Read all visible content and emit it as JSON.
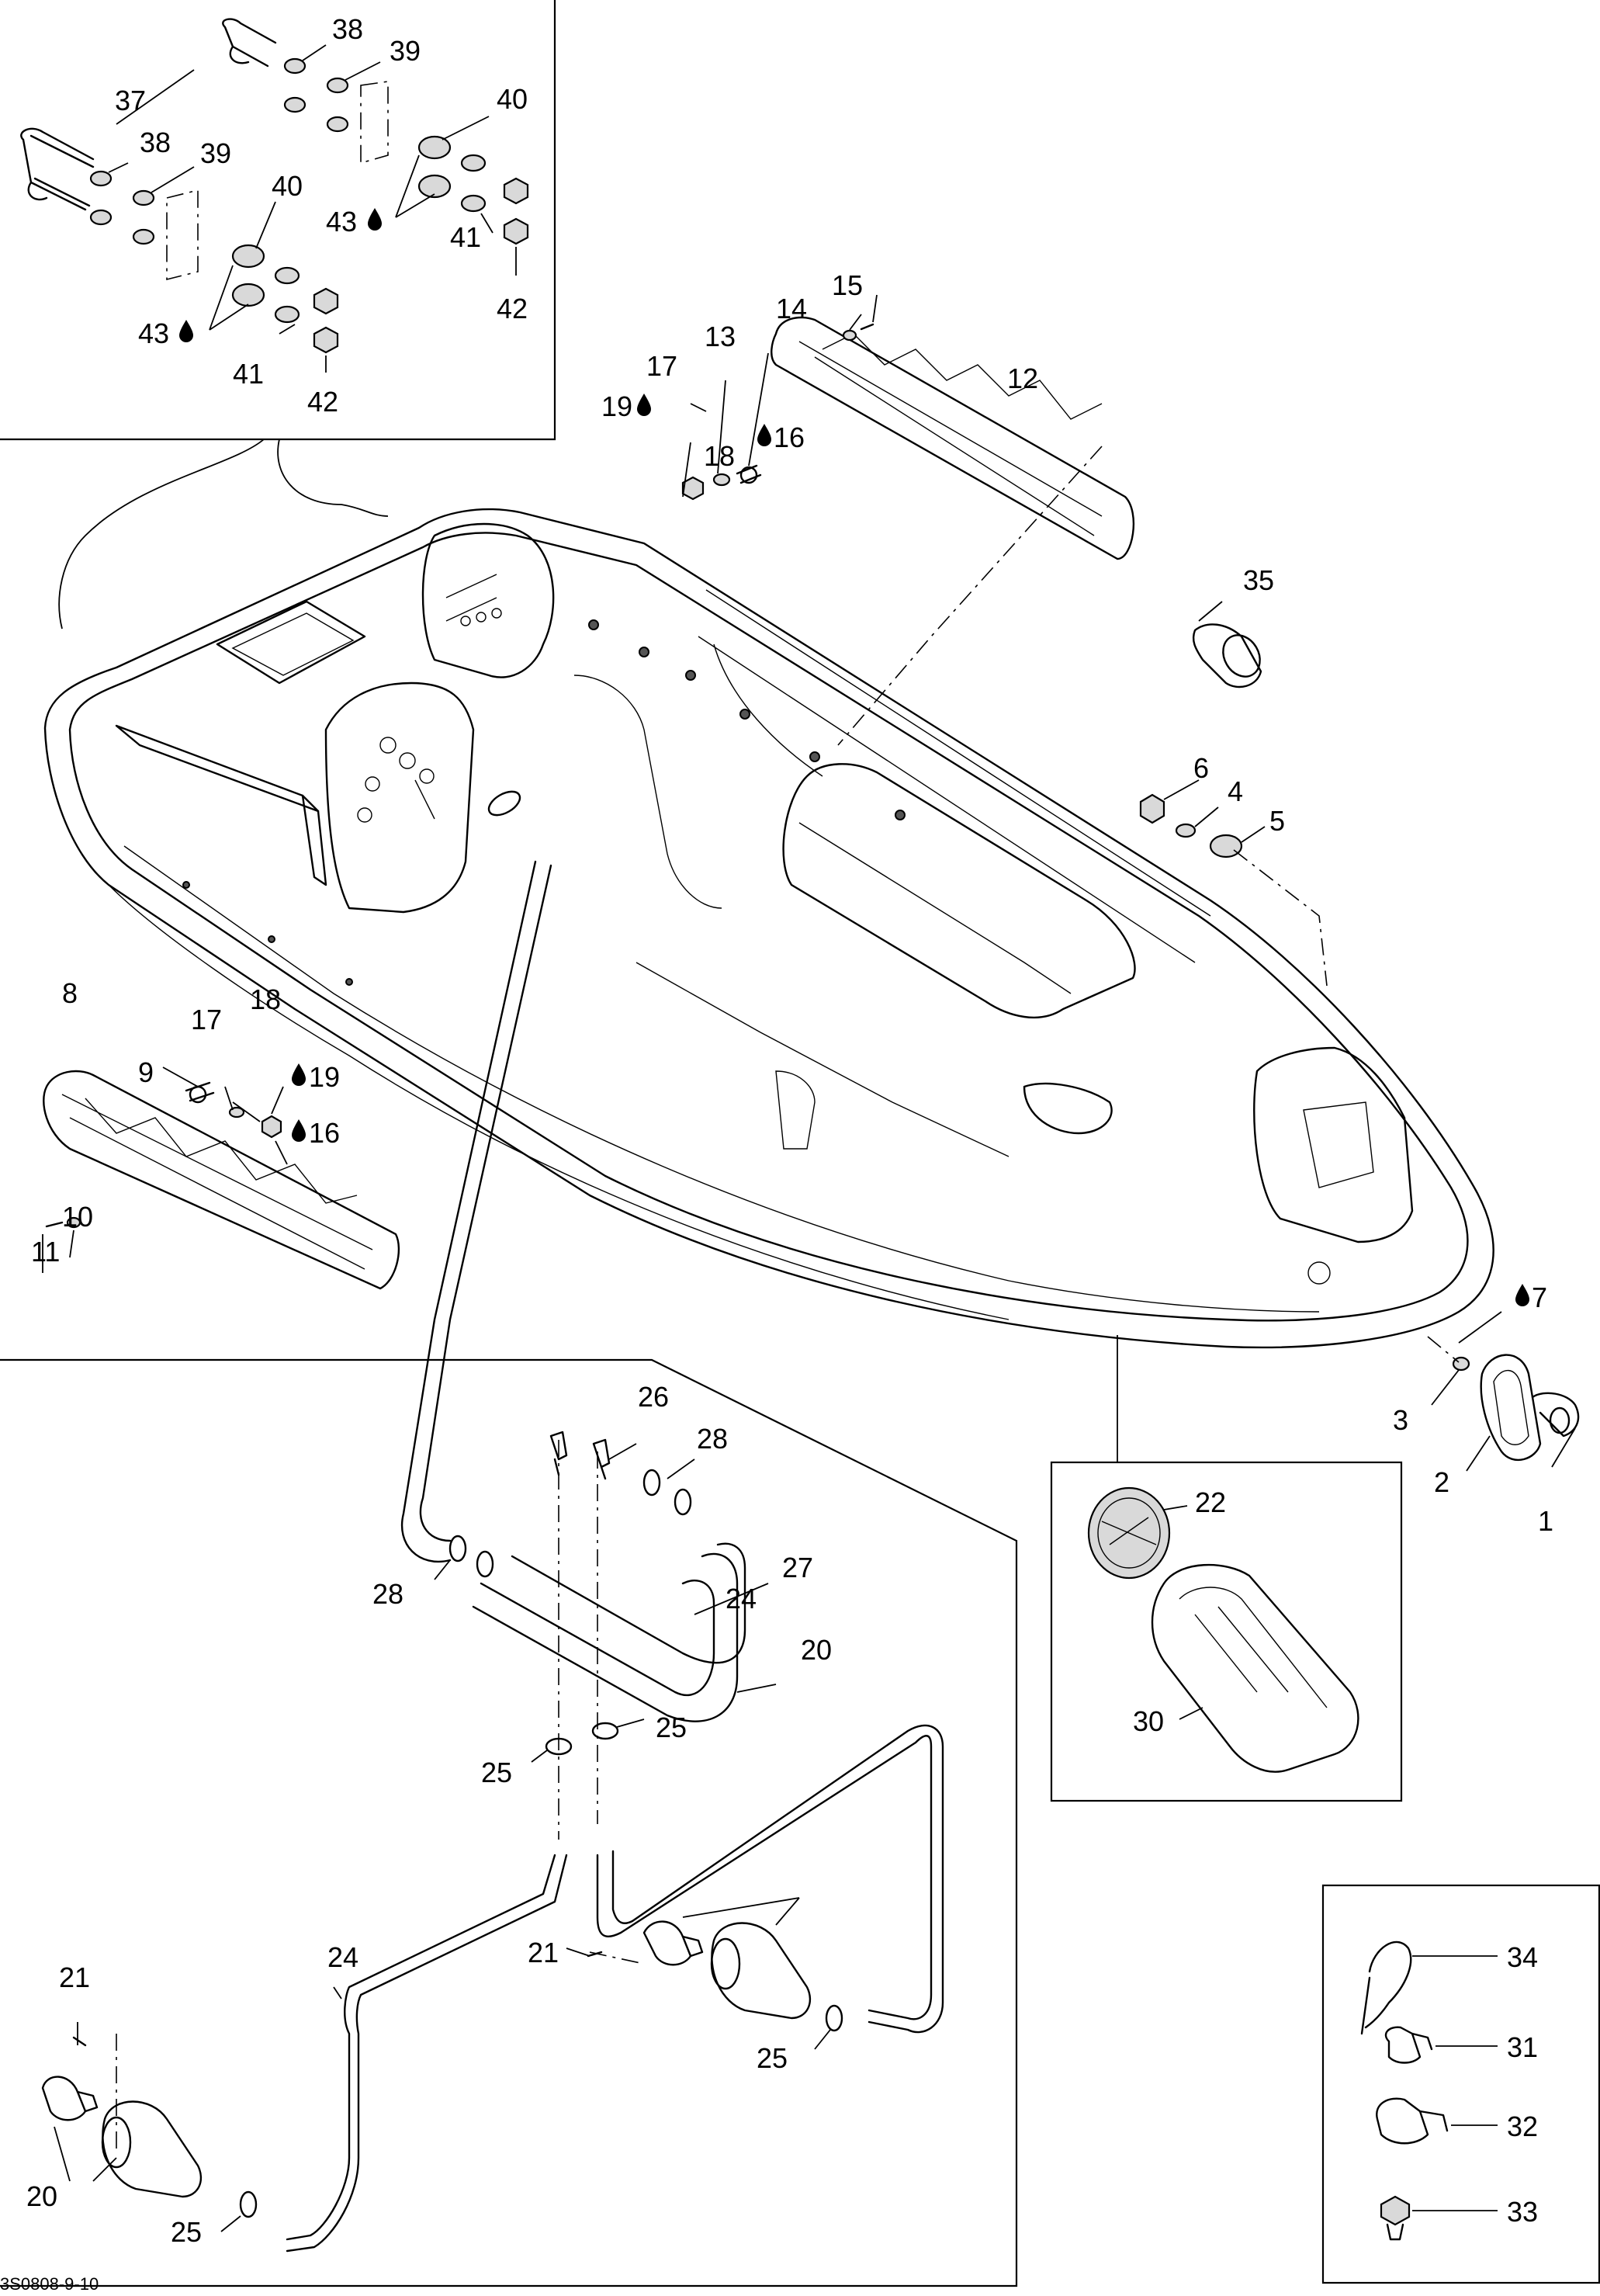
{
  "diagram_ref": "3S0808-9-10",
  "callouts": {
    "c1": "1",
    "c2": "2",
    "c3": "3",
    "c4": "4",
    "c5": "5",
    "c6": "6",
    "c7": "7",
    "c8": "8",
    "c9": "9",
    "c10": "10",
    "c11": "11",
    "c12": "12",
    "c13": "13",
    "c14": "14",
    "c15": "15",
    "c16a": "16",
    "c16b": "16",
    "c17a": "17",
    "c17b": "17",
    "c18a": "18",
    "c18b": "18",
    "c19a": "19",
    "c19b": "19",
    "c20a": "20",
    "c20b": "20",
    "c21a": "21",
    "c21b": "21",
    "c22": "22",
    "c24a": "24",
    "c24b": "24",
    "c25a": "25",
    "c25b": "25",
    "c25c": "25",
    "c25d": "25",
    "c26": "26",
    "c27": "27",
    "c28a": "28",
    "c28b": "28",
    "c30": "30",
    "c31": "31",
    "c32": "32",
    "c33": "33",
    "c34": "34",
    "c35": "35",
    "c37": "37",
    "c38a": "38",
    "c38b": "38",
    "c39a": "39",
    "c39b": "39",
    "c40a": "40",
    "c40b": "40",
    "c41a": "41",
    "c41b": "41",
    "c42a": "42",
    "c42b": "42",
    "c43a": "43",
    "c43b": "43"
  },
  "icons": [
    "drop-icon",
    "grab-handle-icon",
    "bumper-icon",
    "drain-plug-icon",
    "hose-clamp-icon",
    "tie-wrap-icon",
    "push-rivet-icon"
  ]
}
